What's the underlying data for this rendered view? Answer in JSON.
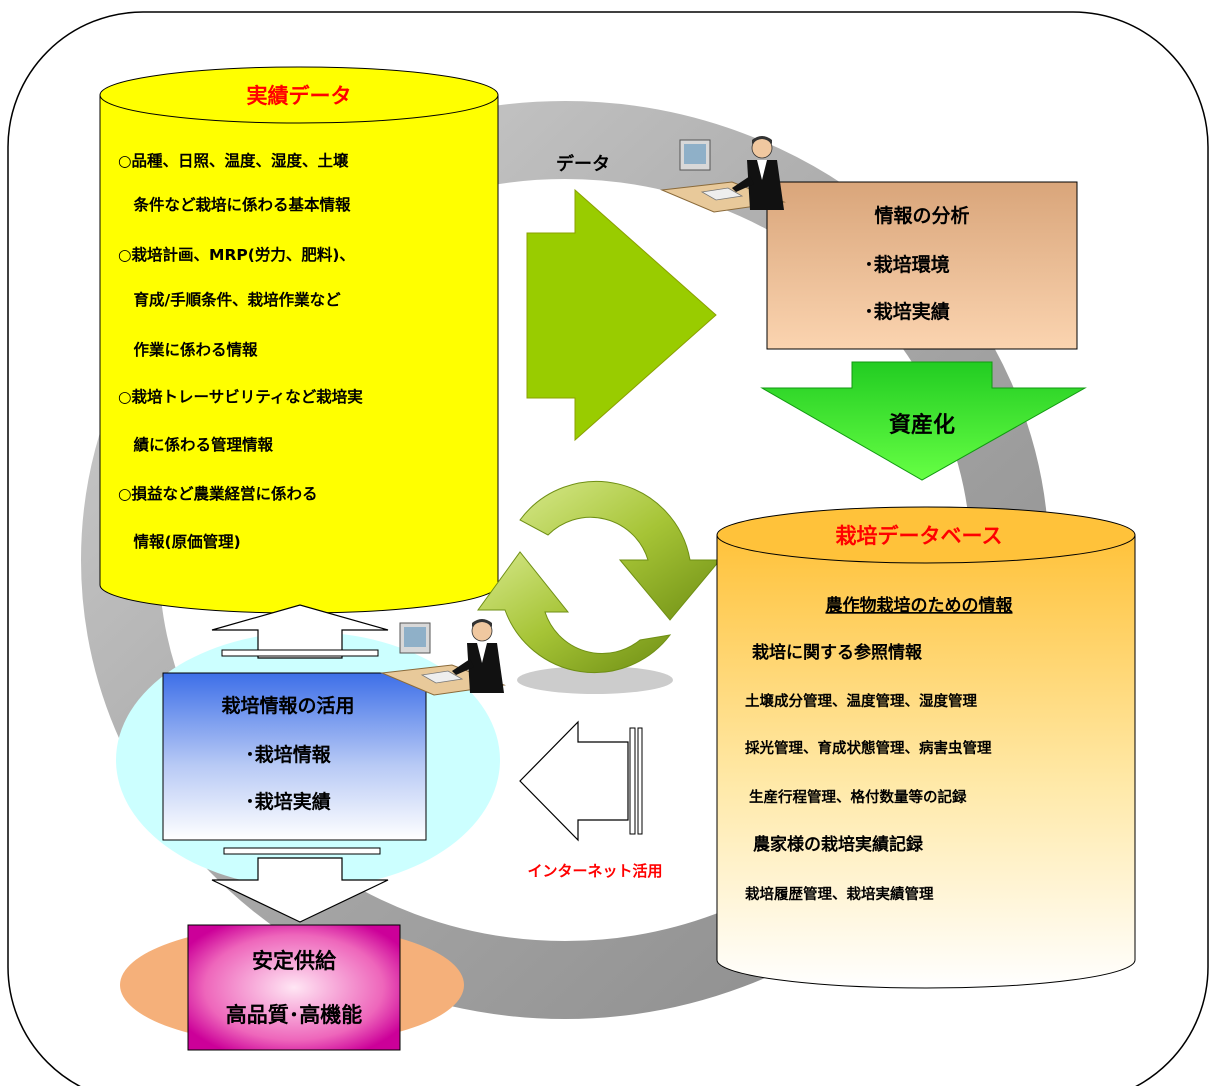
{
  "performance_db": {
    "title": "実績データ",
    "lines": [
      "○品種、日照、温度、湿度、土壌",
      "　条件など栽培に係わる基本情報",
      "○栽培計画、MRP(労力、肥料)、",
      "　育成/手順条件、栽培作業など",
      "　作業に係わる情報",
      "○栽培トレーサビリティなど栽培実",
      "　績に係わる管理情報",
      "○損益など農業経営に係わる",
      "　情報(原価管理)"
    ]
  },
  "data_arrow_label": "データ",
  "analysis_box": {
    "title": "情報の分析",
    "items": [
      "･栽培環境",
      "･栽培実績"
    ]
  },
  "asset_label": "資産化",
  "cultivation_db": {
    "title": "栽培データベース",
    "subtitle": "農作物栽培のための情報",
    "lines": [
      "栽培に関する参照情報",
      "土壌成分管理、温度管理、湿度管理",
      "採光管理、育成状態管理、病害虫管理",
      "生産行程管理、格付数量等の記録",
      "農家様の栽培実績記録",
      "栽培履歴管理、栽培実績管理"
    ]
  },
  "utilization_box": {
    "title": "栽培情報の活用",
    "items": [
      "･栽培情報",
      "･栽培実績"
    ]
  },
  "internet_label": "インターネット活用",
  "result_box": {
    "line1": "安定供給",
    "line2": "高品質･高機能"
  },
  "colors": {
    "performance_db": "#ffff00",
    "analysis_box": "#e8b48a",
    "data_arrow": "#99cc00",
    "asset_arrow": "#33ff33",
    "cultivation_db_top": "#ffcc33",
    "result_box": "#cc0099",
    "red_text": "#ff0000"
  }
}
